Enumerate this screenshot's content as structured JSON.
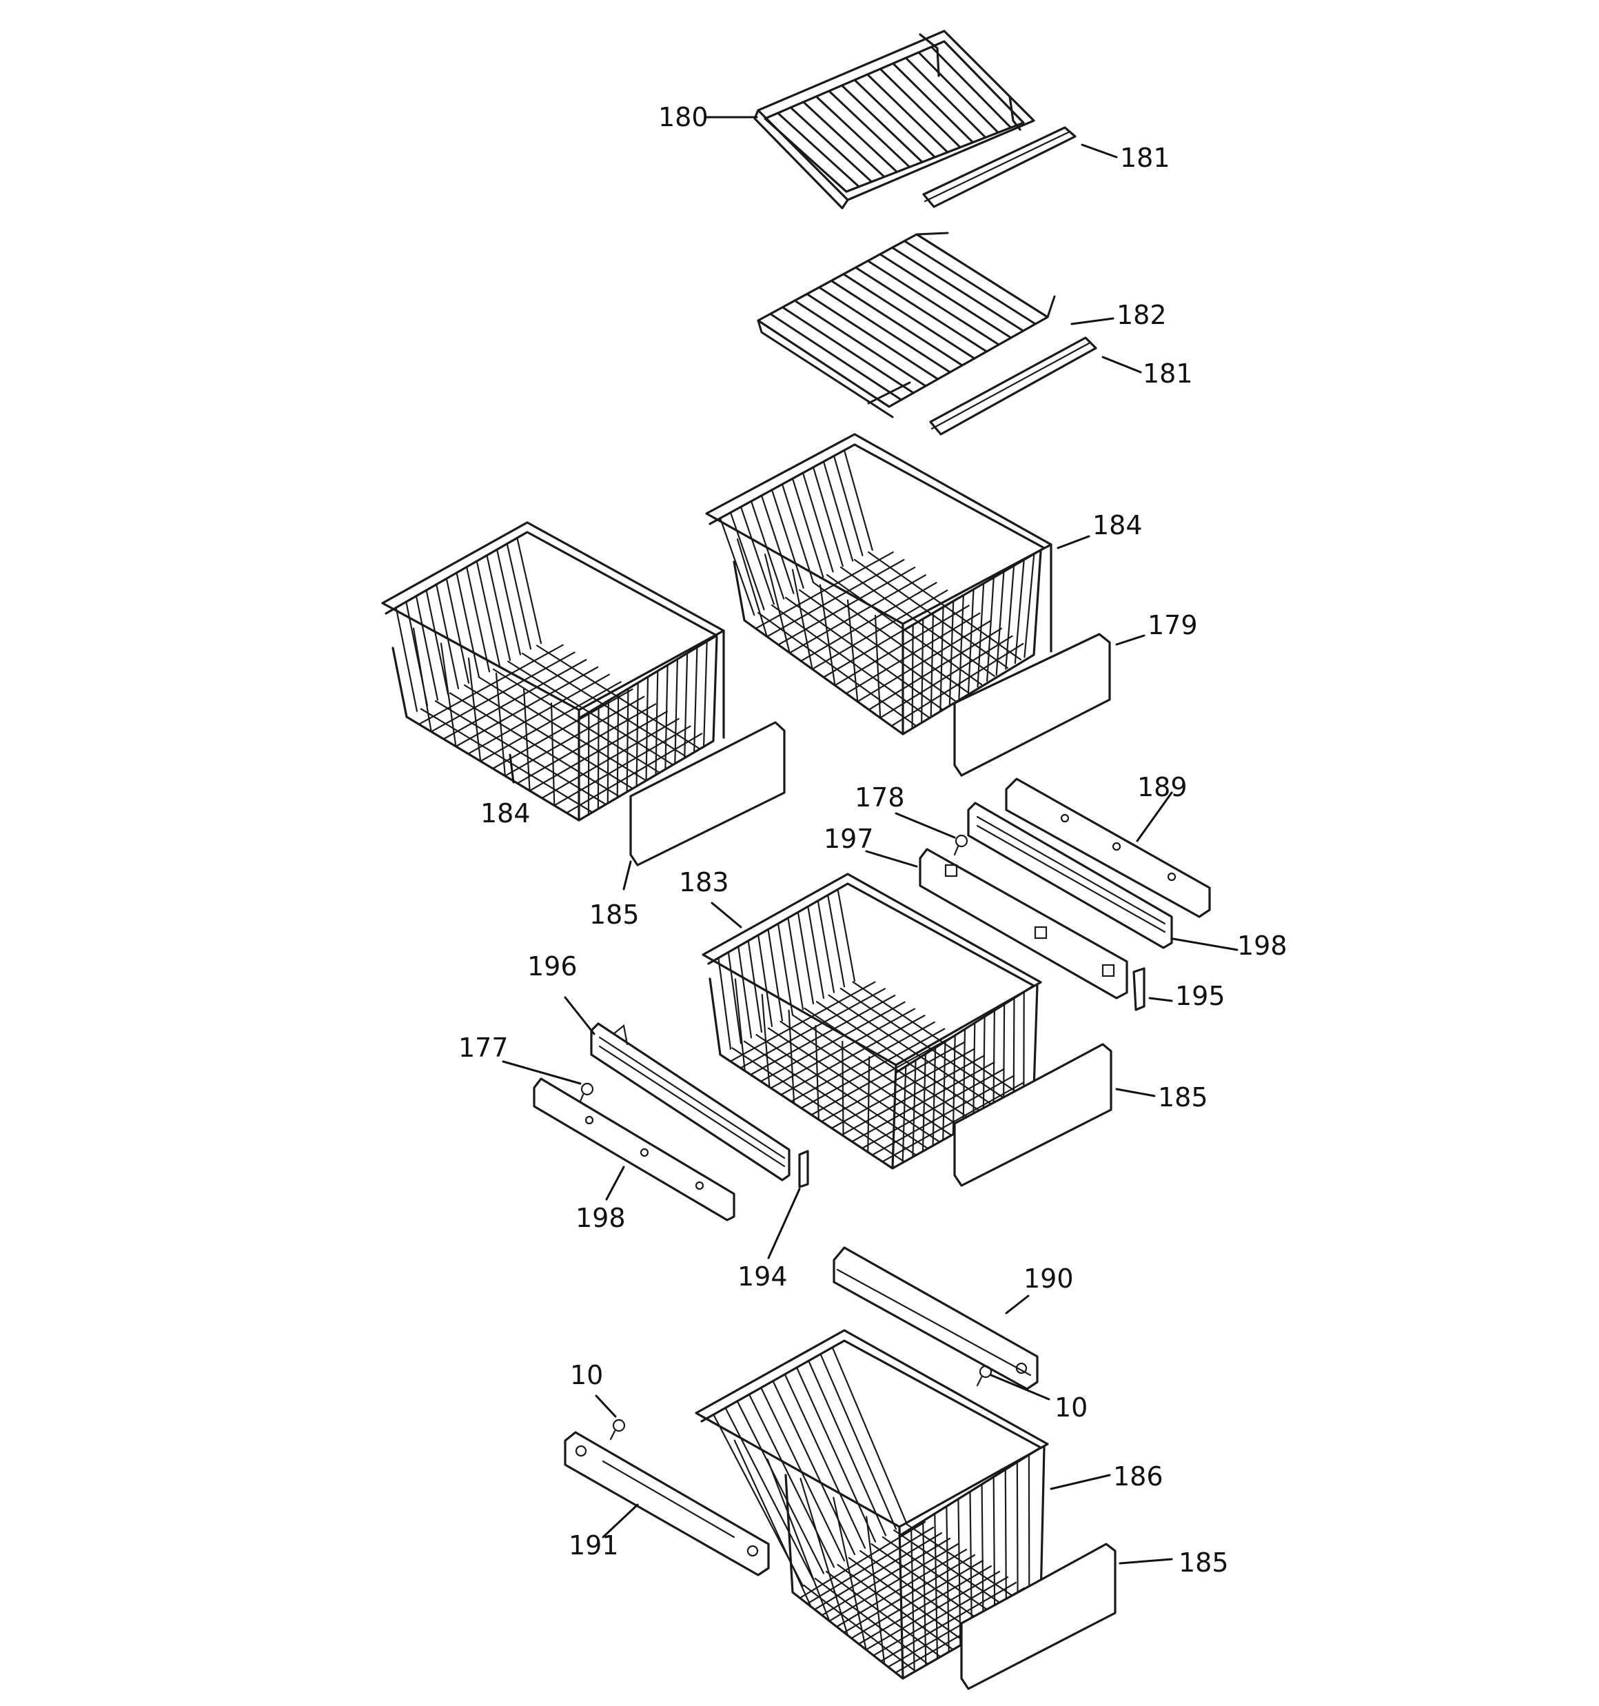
{
  "callouts": [
    {
      "id": "c180",
      "text": "180"
    },
    {
      "id": "c181a",
      "text": "181"
    },
    {
      "id": "c182",
      "text": "182"
    },
    {
      "id": "c181b",
      "text": "181"
    },
    {
      "id": "c184a",
      "text": "184"
    },
    {
      "id": "c179",
      "text": "179"
    },
    {
      "id": "c184b",
      "text": "184"
    },
    {
      "id": "c185a",
      "text": "185"
    },
    {
      "id": "c178",
      "text": "178"
    },
    {
      "id": "c189",
      "text": "189"
    },
    {
      "id": "c197",
      "text": "197"
    },
    {
      "id": "c183",
      "text": "183"
    },
    {
      "id": "c198a",
      "text": "198"
    },
    {
      "id": "c195",
      "text": "195"
    },
    {
      "id": "c196",
      "text": "196"
    },
    {
      "id": "c177",
      "text": "177"
    },
    {
      "id": "c185b",
      "text": "185"
    },
    {
      "id": "c198b",
      "text": "198"
    },
    {
      "id": "c194",
      "text": "194"
    },
    {
      "id": "c190",
      "text": "190"
    },
    {
      "id": "c10a",
      "text": "10"
    },
    {
      "id": "c10b",
      "text": "10"
    },
    {
      "id": "c186",
      "text": "186"
    },
    {
      "id": "c191",
      "text": "191"
    },
    {
      "id": "c185c",
      "text": "185"
    }
  ]
}
